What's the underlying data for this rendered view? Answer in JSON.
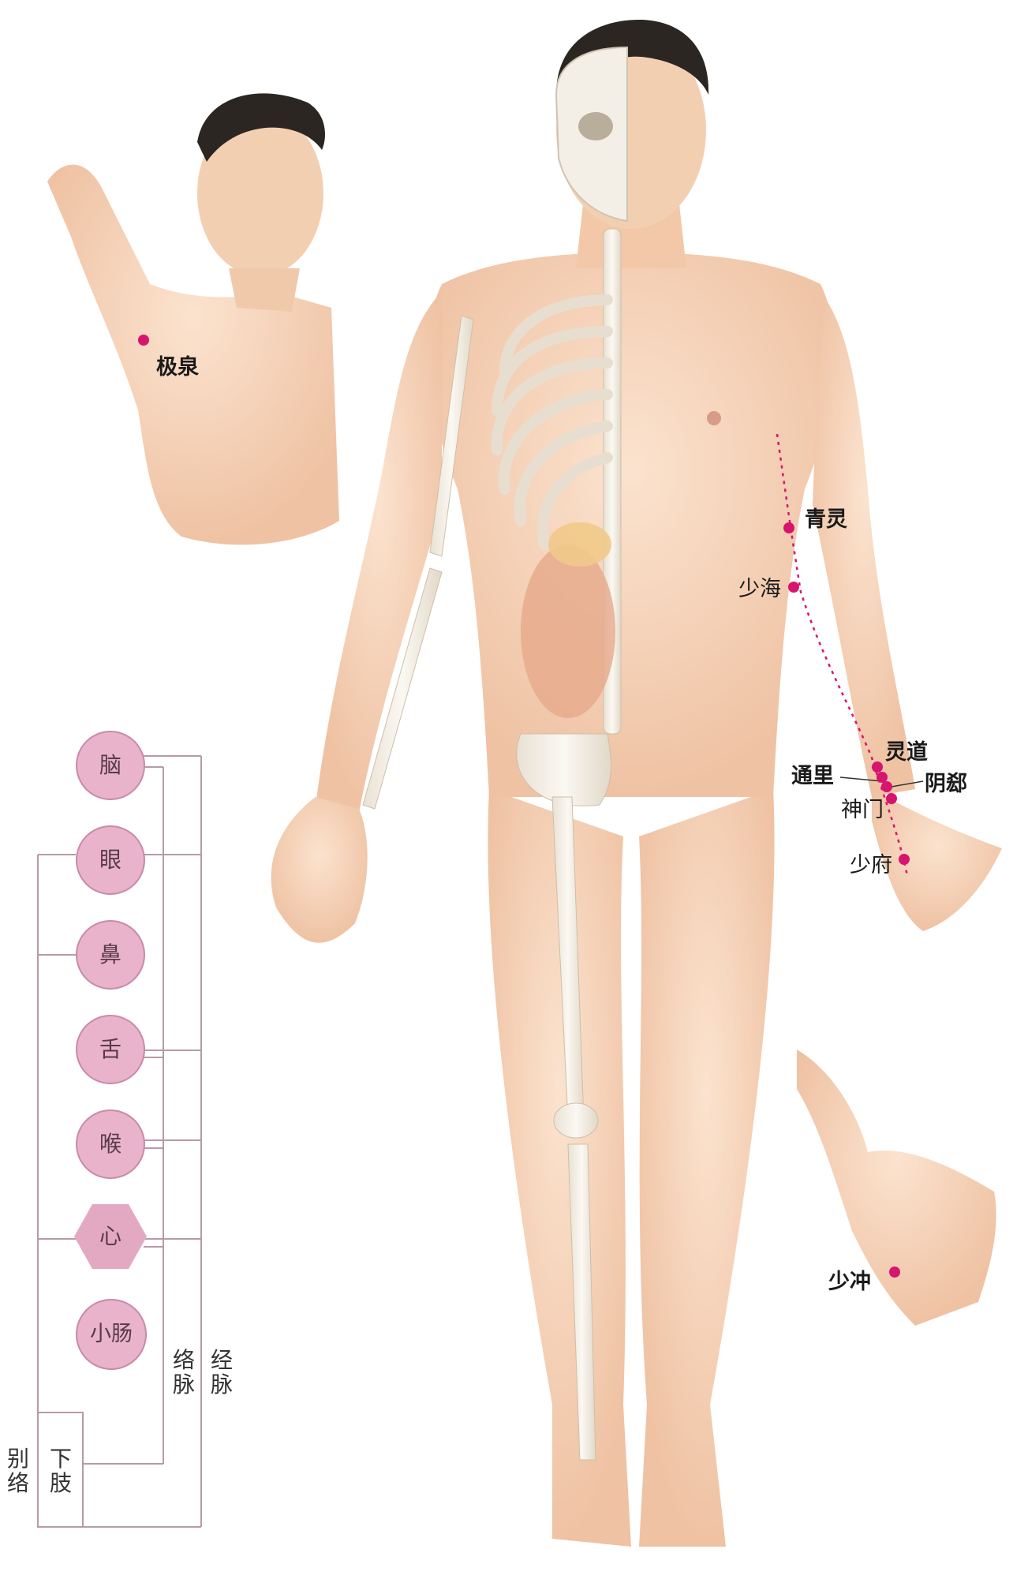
{
  "acupoints": {
    "jiquan": "极泉",
    "qingling": "青灵",
    "shaohai": "少海",
    "lingdao": "灵道",
    "tongli": "通里",
    "yinxi": "阴郄",
    "shenmen": "神门",
    "shaofu": "少府",
    "shaochong": "少冲"
  },
  "organs": [
    "脑",
    "眼",
    "鼻",
    "舌",
    "喉",
    "心",
    "小肠"
  ],
  "organ_heart_index": 5,
  "bracket_labels": {
    "luomai": "络脉",
    "jingmai": "经脉",
    "bieluo": "别络",
    "xiazhi": "下肢"
  },
  "colors": {
    "skin": "#f6d4b8",
    "skin_shadow": "#e7b394",
    "bone": "#f2ece2",
    "point": "#d6156f",
    "organ_fill": "#e8b3cb",
    "line": "#b89aa8"
  }
}
